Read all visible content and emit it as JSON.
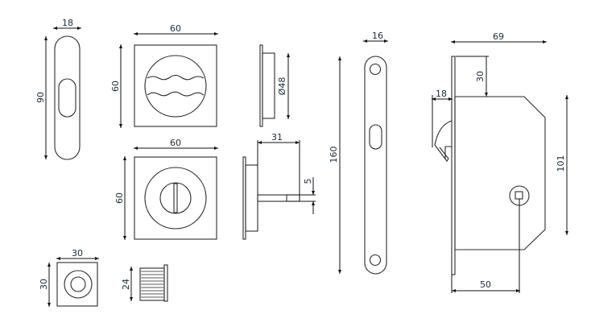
{
  "dimensions": {
    "oval_plate_width": "18",
    "oval_plate_height": "90",
    "rosette_width": "60",
    "rosette_height": "60",
    "rosette_diameter": "Ø48",
    "wc_rosette_width": "60",
    "wc_rosette_height": "60",
    "spindle_length": "31",
    "spindle_size": "5",
    "small_rosette_width": "30",
    "small_rosette_height": "30",
    "cylinder_height": "24",
    "strike_plate_width": "16",
    "strike_plate_height": "160",
    "lock_width": "69",
    "lock_top_offset": "30",
    "hook_depth": "18",
    "lock_body_height": "101",
    "backset": "50"
  }
}
